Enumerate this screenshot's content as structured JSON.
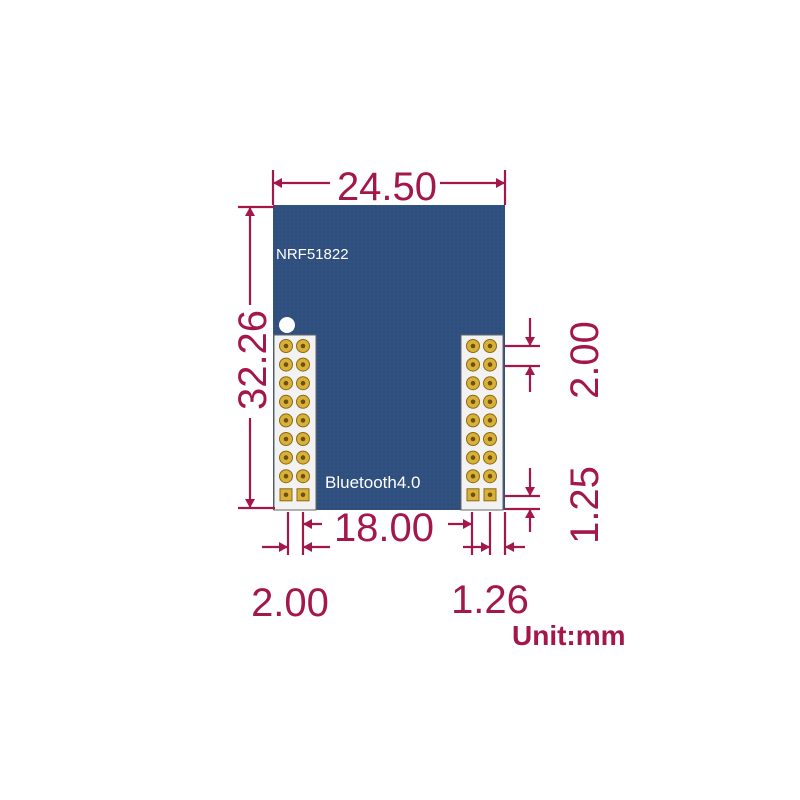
{
  "colors": {
    "dimension": "#a3174a",
    "board": "#2f4f7f",
    "board_dark": "#243f68",
    "header_bg": "#f4f4f4",
    "pin_gold": "#d9b13a",
    "pin_ring": "#8a6a12",
    "label": "#ffffff"
  },
  "board": {
    "model_label": "NRF51822",
    "bt_label": "Bluetooth4.0"
  },
  "dimensions": {
    "width": "24.50",
    "height": "32.26",
    "pin_pitch": "2.00",
    "row_spacing": "18.00",
    "edge_offset": "1.25",
    "bottom_left": "2.00",
    "bottom_right": "1.26"
  },
  "unit_label": "Unit:mm",
  "headers": {
    "rows": 9,
    "cols": 2
  }
}
